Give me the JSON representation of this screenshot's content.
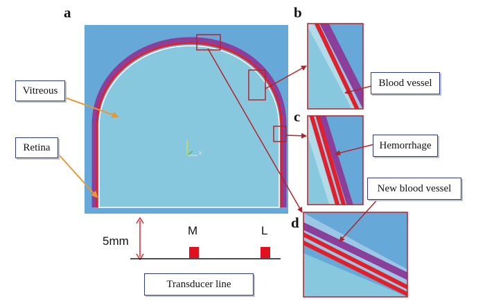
{
  "panels": {
    "a": "a",
    "b": "b",
    "c": "c",
    "d": "d"
  },
  "labels": {
    "vitreous": "Vitreous",
    "retina": "Retina",
    "blood_vessel": "Blood vessel",
    "hemorrhage": "Hemorrhage",
    "new_blood_vessel": "New blood vessel",
    "transducer_line": "Transducer line",
    "scale": "5mm",
    "transducer_m": "M",
    "transducer_l": "L",
    "axis_x": "x"
  },
  "colors": {
    "outer_blue": "#66a8d8",
    "vitreous": "#88c8de",
    "vessel_red": "#e0202a",
    "vessel_purple": "#8a3f9a",
    "pointer_red": "#b22228",
    "callout_arrow": "#e39a3a",
    "callout_border": "#2d3a8c"
  }
}
